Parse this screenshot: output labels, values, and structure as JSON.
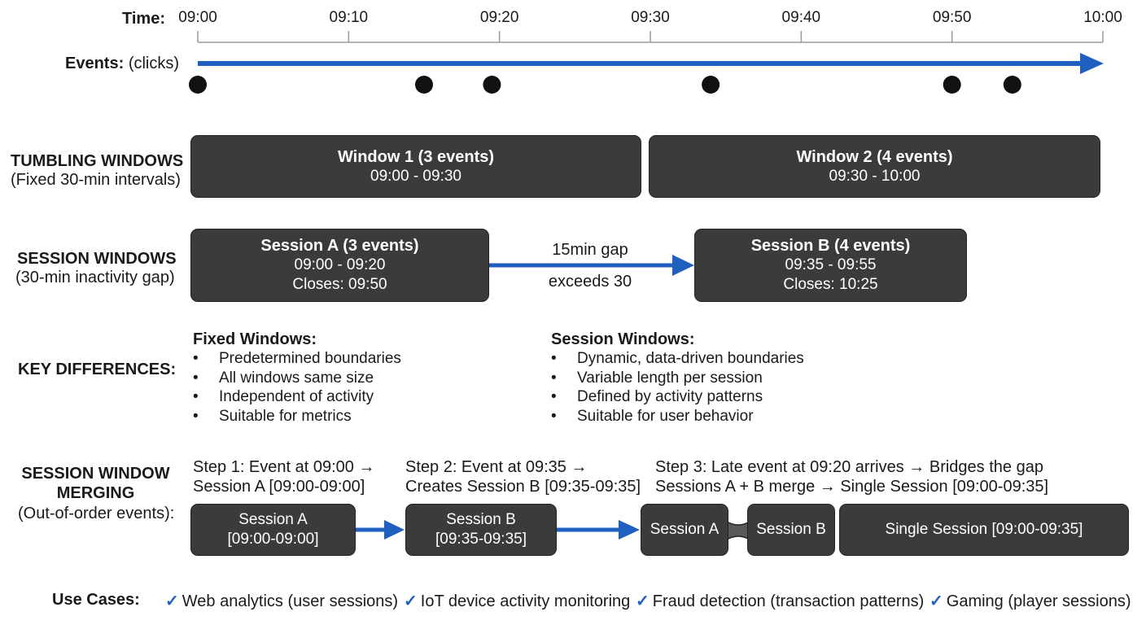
{
  "timeline": {
    "time_label": "Time:",
    "ticks": [
      "09:00",
      "09:10",
      "09:20",
      "09:30",
      "09:40",
      "09:50",
      "10:00"
    ],
    "events_label": "Events:",
    "events_sublabel": "(clicks)",
    "event_times": [
      "09:00",
      "09:15",
      "09:19.5",
      "09:34",
      "09:50",
      "09:54"
    ]
  },
  "tumbling": {
    "title": "TUMBLING WINDOWS",
    "subtitle": "(Fixed 30-min intervals)",
    "window1": {
      "title": "Window 1 (3 events)",
      "range": "09:00 - 09:30"
    },
    "window2": {
      "title": "Window 2 (4 events)",
      "range": "09:30 - 10:00"
    }
  },
  "session": {
    "title": "SESSION WINDOWS",
    "subtitle": "(30-min inactivity gap)",
    "sessionA": {
      "title": "Session A (3 events)",
      "range": "09:00 - 09:20",
      "closes": "Closes: 09:50"
    },
    "gap_top": "15min gap",
    "gap_bottom": "exceeds 30",
    "sessionB": {
      "title": "Session B (4 events)",
      "range": "09:35 - 09:55",
      "closes": "Closes: 10:25"
    }
  },
  "differences": {
    "title": "KEY DIFFERENCES:",
    "fixed": {
      "heading": "Fixed Windows:",
      "items": [
        "Predetermined boundaries",
        "All windows same size",
        "Independent of activity",
        "Suitable for metrics"
      ]
    },
    "session": {
      "heading": "Session Windows:",
      "items": [
        "Dynamic, data-driven boundaries",
        "Variable length per session",
        "Defined by activity patterns",
        "Suitable for user behavior"
      ]
    },
    "bullet": "•"
  },
  "merging": {
    "title_line1": "SESSION WINDOW",
    "title_line2": "MERGING",
    "subtitle": "(Out-of-order events):",
    "step1": {
      "line1": "Step 1: Event at 09:00 →",
      "line2": "Session A [09:00-09:00]"
    },
    "step2": {
      "line1": "Step 2: Event at 09:35 →",
      "line2": "Creates Session B [09:35-09:35]"
    },
    "step3": {
      "line1": "Step 3: Late event at 09:20 arrives → Bridges the gap",
      "line2": "Sessions A + B merge → Single Session [09:00-09:35]"
    },
    "box1": {
      "line1": "Session A",
      "line2": "[09:00-09:00]"
    },
    "box2": {
      "line1": "Session B",
      "line2": "[09:35-09:35]"
    },
    "box3a": "Session A",
    "box3b": "Session B",
    "box4": "Single Session [09:00-09:35]"
  },
  "use_cases": {
    "label": "Use Cases:",
    "check": "✓",
    "items": [
      "Web analytics (user sessions)",
      "IoT device activity monitoring",
      "Fraud detection (transaction patterns)",
      "Gaming (player sessions)"
    ]
  },
  "colors": {
    "box": "#3b3b3b",
    "arrow": "#1f5fbf",
    "text": "#1a1a1a"
  }
}
